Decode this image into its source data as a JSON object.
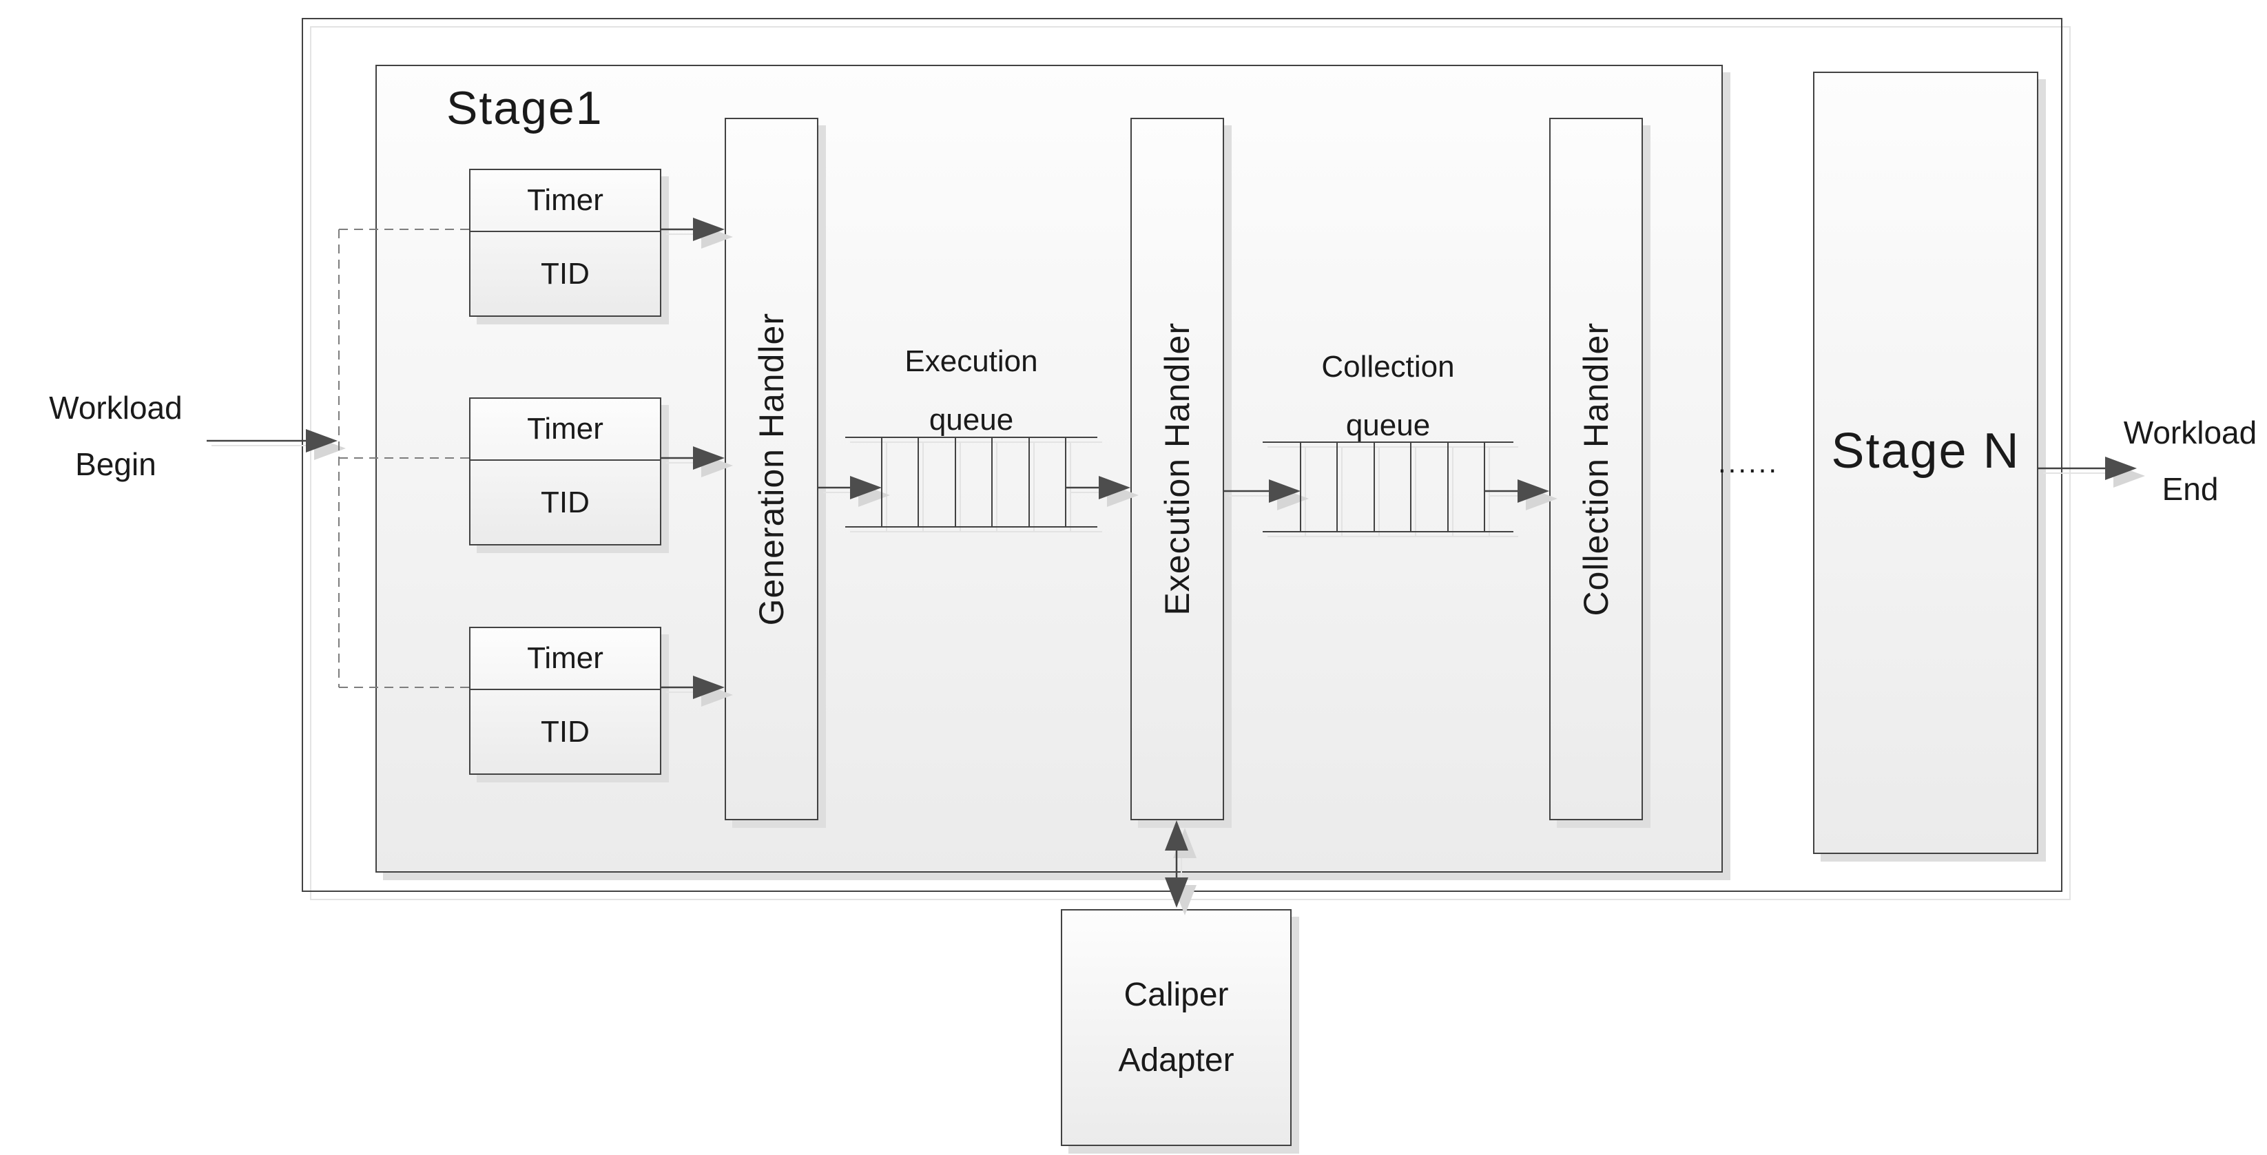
{
  "labels": {
    "stage1": "Stage1",
    "stage_n": "Stage N",
    "stage_n_dots": "......"
  },
  "endpoints": {
    "begin": [
      "Workload",
      "Begin"
    ],
    "end": [
      "Workload",
      "End"
    ]
  },
  "timers": [
    {
      "title": "Timer",
      "subtitle": "TID"
    },
    {
      "title": "Timer",
      "subtitle": "TID"
    },
    {
      "title": "Timer",
      "subtitle": "TID"
    }
  ],
  "handlers": [
    {
      "label": "Generation Handler"
    },
    {
      "label": "Execution Handler"
    },
    {
      "label": "Collection Handler"
    }
  ],
  "queues": [
    {
      "label": [
        "Execution",
        "queue"
      ]
    },
    {
      "label": [
        "Collection",
        "queue"
      ]
    }
  ],
  "caliper": {
    "label": [
      "Caliper",
      "Adapter"
    ]
  },
  "colors": {
    "line": "#424242",
    "line-light": "#e3e3e3",
    "arrow": "#4d4d4d",
    "arrow-shadow": "#d6d6d6",
    "shadow": "#dedede",
    "fill-top": "#fdfdfd",
    "fill-bottom": "#ebebeb",
    "text": "#1a1a1a",
    "dash": "#7d7d7d"
  }
}
